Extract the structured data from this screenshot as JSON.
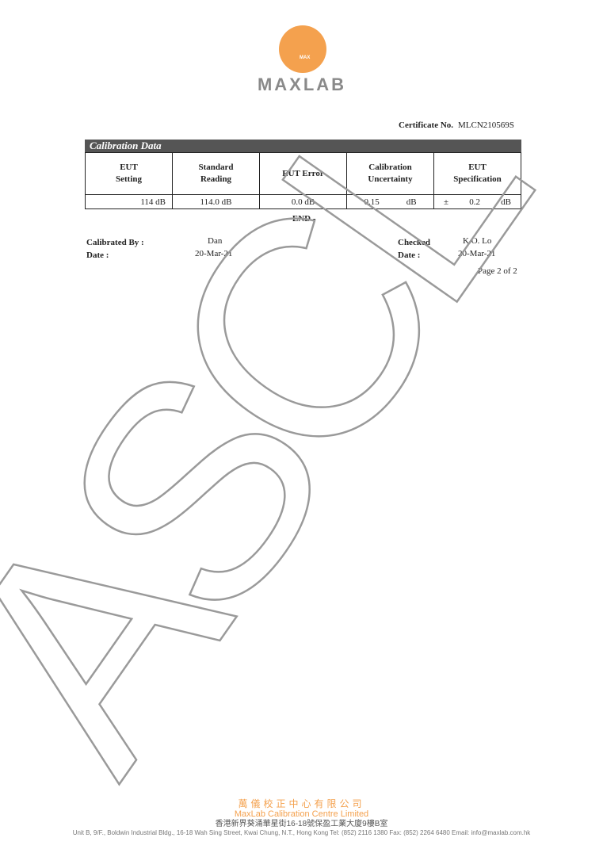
{
  "logo": {
    "badge": "MAX",
    "name": "MAXLAB"
  },
  "certificate": {
    "label": "Certificate No.",
    "number": "MLCN210569S"
  },
  "calibration": {
    "title": "Calibration Data",
    "headers": [
      [
        "EUT",
        "Setting"
      ],
      [
        "Standard",
        "Reading"
      ],
      [
        "EUT Error",
        ""
      ],
      [
        "Calibration",
        "Uncertainty"
      ],
      [
        "EUT",
        "Specification"
      ]
    ],
    "row": {
      "setting": "114 dB",
      "reading": "114.0  dB",
      "error": "0.0  dB",
      "uncertainty": "0.15",
      "uncertainty_unit": "dB",
      "spec_sign": "±",
      "spec_value": "0.2",
      "spec_unit": "dB"
    }
  },
  "end_marker": "- END -",
  "signoff": {
    "calibrated_by_label": "Calibrated By :",
    "calibrated_by": "Dan",
    "date_label": "Date :",
    "calibrated_date": "20-Mar-21",
    "checked_label": "Checked",
    "checked_by": "K.O. Lo",
    "checked_date_label": "Date :",
    "checked_date": "20-Mar-21"
  },
  "page_number": "Page 2 of 2",
  "watermark": "ASCL",
  "footer": {
    "company_zh": "萬儀校正中心有限公司",
    "company_en": "MaxLab Calibration Centre Limited",
    "address_zh": "香港新界葵涌華星街16-18號保盈工業大廈9樓B室",
    "address_en": "Unit B, 9/F., Boldwin Industrial Bldg., 16-18 Wah Sing Street, Kwai Chung, N.T., Hong Kong   Tel: (852) 2116 1380  Fax: (852) 2264 6480  Email: info@maxlab.com.hk"
  },
  "colors": {
    "brand_orange": "#f4a14e",
    "header_bg": "#555555"
  }
}
